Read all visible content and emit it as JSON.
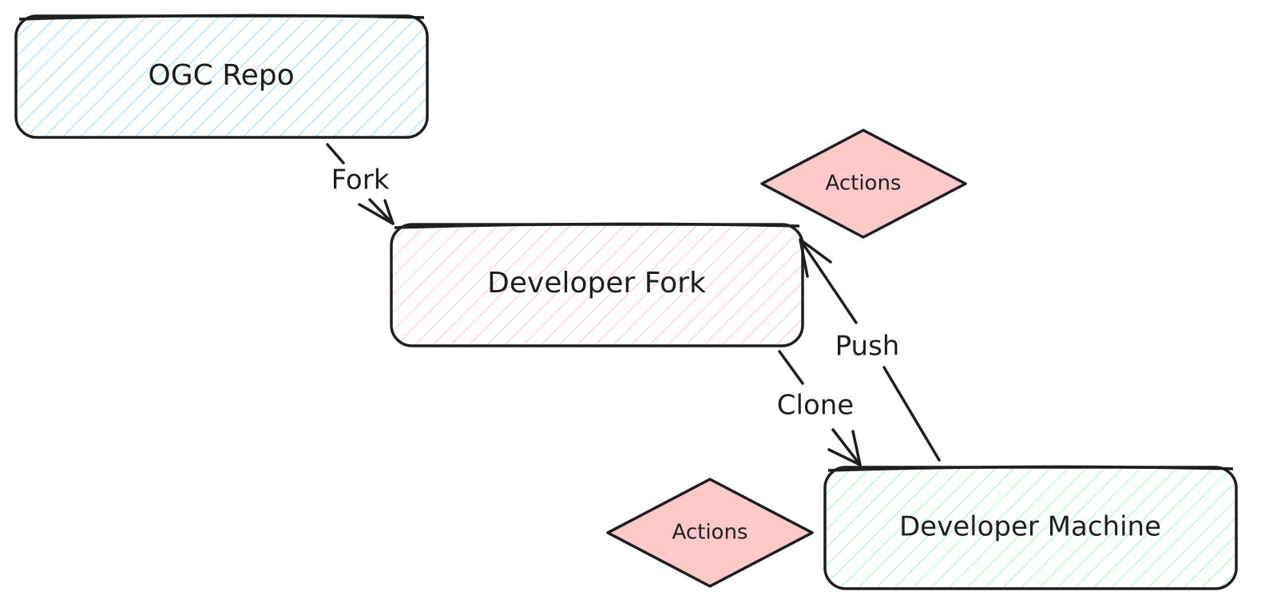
{
  "diagram": {
    "nodes": {
      "ogc_repo": {
        "label": "OGC Repo",
        "shape": "rounded-rectangle",
        "fill": "hachure",
        "color": "#a5d8ff"
      },
      "developer_fork": {
        "label": "Developer Fork",
        "shape": "rounded-rectangle",
        "fill": "hachure",
        "color": "#ffc9c9"
      },
      "developer_machine": {
        "label": "Developer Machine",
        "shape": "rounded-rectangle",
        "fill": "hachure",
        "color": "#b2f2bb"
      },
      "actions_fork": {
        "label": "Actions",
        "shape": "diamond",
        "fill": "solid",
        "color": "#ffc9c9"
      },
      "actions_machine": {
        "label": "Actions",
        "shape": "diamond",
        "fill": "solid",
        "color": "#ffc9c9"
      }
    },
    "edges": {
      "fork": {
        "label": "Fork",
        "from": "OGC Repo",
        "to": "Developer Fork"
      },
      "clone": {
        "label": "Clone",
        "from": "Developer Fork",
        "to": "Developer Machine"
      },
      "push": {
        "label": "Push",
        "from": "Developer Machine",
        "to": "Developer Fork"
      }
    },
    "stroke_color": "#1e1e1e"
  }
}
